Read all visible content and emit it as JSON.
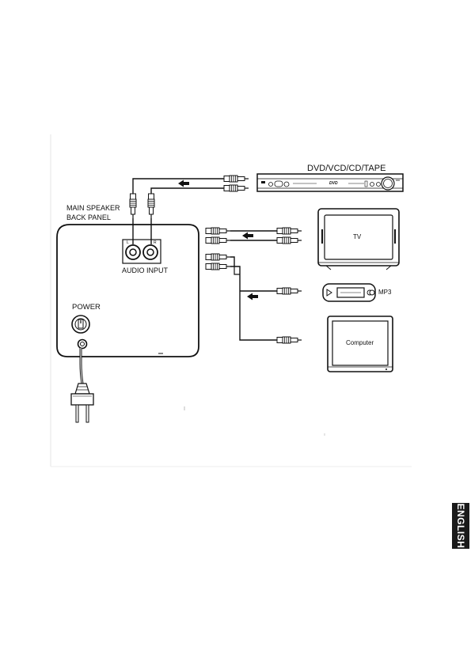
{
  "labels": {
    "source_dvd": "DVD/VCD/CD/TAPE",
    "dvd_logo": "DVD",
    "speaker_line1": "MAIN SPEAKER",
    "speaker_line2": "BACK PANEL",
    "audio_input": "AUDIO INPUT",
    "jack_left": "L",
    "jack_right": "R",
    "power": "POWER",
    "tv": "TV",
    "mp3": "MP3",
    "computer": "Computer"
  },
  "language_tab": "ENGLISH",
  "colors": {
    "line": "#111111",
    "tab_background": "#1a1a1a",
    "tab_text": "#ffffff"
  }
}
